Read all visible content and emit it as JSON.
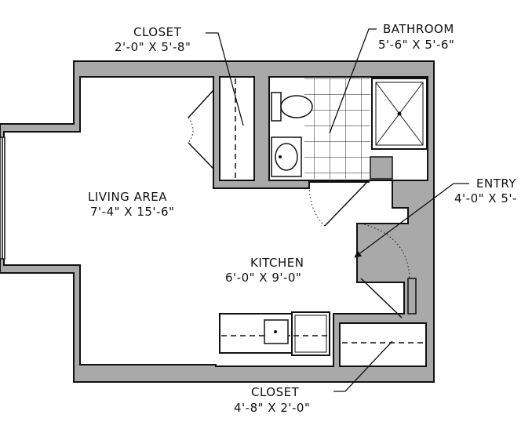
{
  "rooms": {
    "closet_top": {
      "name": "CLOSET",
      "size": "2'-0\" X 5'-8\""
    },
    "bathroom": {
      "name": "BATHROOM",
      "size": "5'-6\" X 5'-6\""
    },
    "living": {
      "name": "LIVING AREA",
      "size": "7'-4\" X 15'-6\""
    },
    "entry": {
      "name": "ENTRY",
      "size": "4'-0\" X 5'-"
    },
    "kitchen": {
      "name": "KITCHEN",
      "size": "6'-0\" X 9'-0\""
    },
    "closet_bottom": {
      "name": "CLOSET",
      "size": "4'-8\" X 2'-0\""
    }
  }
}
